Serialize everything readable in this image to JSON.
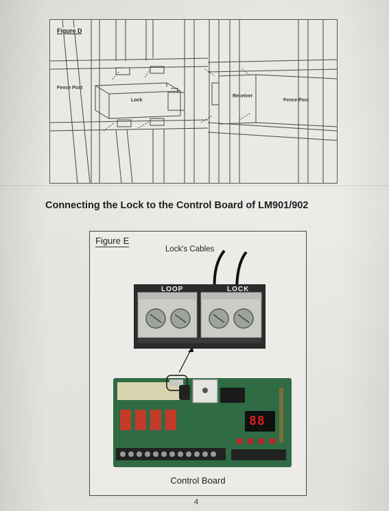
{
  "figure_d": {
    "title": "Figure D",
    "labels": {
      "fence_post_left": "Fence Post",
      "lock": "Lock",
      "receiver": "Receiver",
      "fence_post_right": "Fence Post"
    }
  },
  "heading": "Connecting the Lock to the Control Board of LM901/902",
  "figure_e": {
    "title": "Figure E",
    "cables_label": "Lock's Cables",
    "terminal_labels": {
      "left": "LOOP",
      "right": "LOCK"
    },
    "display_digits": "88",
    "board_label": "Control Board"
  },
  "page_number": "4",
  "colors": {
    "paper": "#e6e5e1",
    "ink": "#222222",
    "terminal_block": "#c9ccc7",
    "pcb_green": "#2f6b43",
    "led_red": "#e02020"
  }
}
